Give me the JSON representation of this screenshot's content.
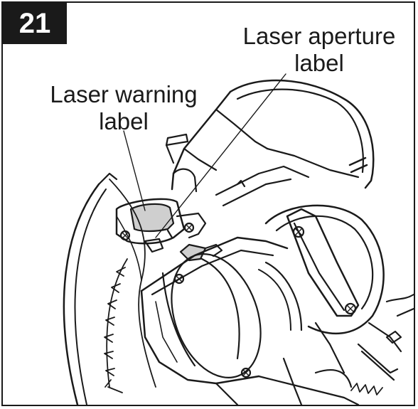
{
  "figure": {
    "step_number": "21",
    "callouts": {
      "aperture_line1": "Laser aperture",
      "aperture_line2": "label",
      "warning_line1": "Laser warning",
      "warning_line2": "label"
    },
    "icons": [
      "miter-saw-illustration",
      "saw-blade-icon",
      "screw-icon",
      "spring-icon"
    ],
    "colors": {
      "ink": "#1a1a1a",
      "fill_gray": "#cfcfcf",
      "background": "#ffffff"
    }
  }
}
